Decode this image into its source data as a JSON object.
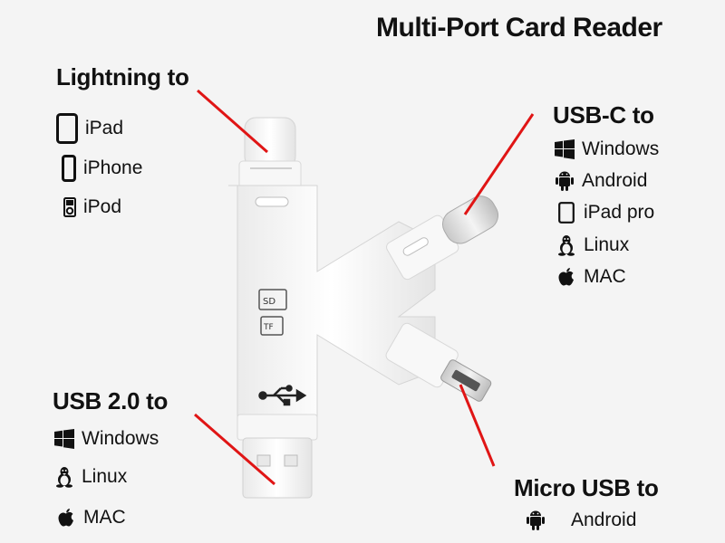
{
  "title": "Multi-Port Card Reader",
  "lightning": {
    "heading": "Lightning to",
    "items": [
      {
        "label": "iPad",
        "icon": "ipad-icon"
      },
      {
        "label": "iPhone",
        "icon": "iphone-icon"
      },
      {
        "label": "iPod",
        "icon": "ipod-icon"
      }
    ]
  },
  "usbc": {
    "heading": "USB-C  to",
    "items": [
      {
        "label": "Windows",
        "icon": "windows-icon"
      },
      {
        "label": "Android",
        "icon": "android-icon"
      },
      {
        "label": "iPad pro",
        "icon": "ipad-icon"
      },
      {
        "label": "Linux",
        "icon": "linux-icon"
      },
      {
        "label": "MAC",
        "icon": "apple-icon"
      }
    ]
  },
  "usb2": {
    "heading": "USB 2.0 to",
    "items": [
      {
        "label": "Windows",
        "icon": "windows-icon"
      },
      {
        "label": "Linux",
        "icon": "linux-icon"
      },
      {
        "label": "MAC",
        "icon": "apple-icon"
      }
    ]
  },
  "microusb": {
    "heading": "Micro  USB to",
    "items": [
      {
        "label": "Android",
        "icon": "android-icon"
      }
    ]
  },
  "device_labels": {
    "sd": "SD",
    "tf": "TF"
  },
  "colors": {
    "pointer": "#e01515",
    "device_body": "#ffffff",
    "metal": "#d9d9d9"
  }
}
